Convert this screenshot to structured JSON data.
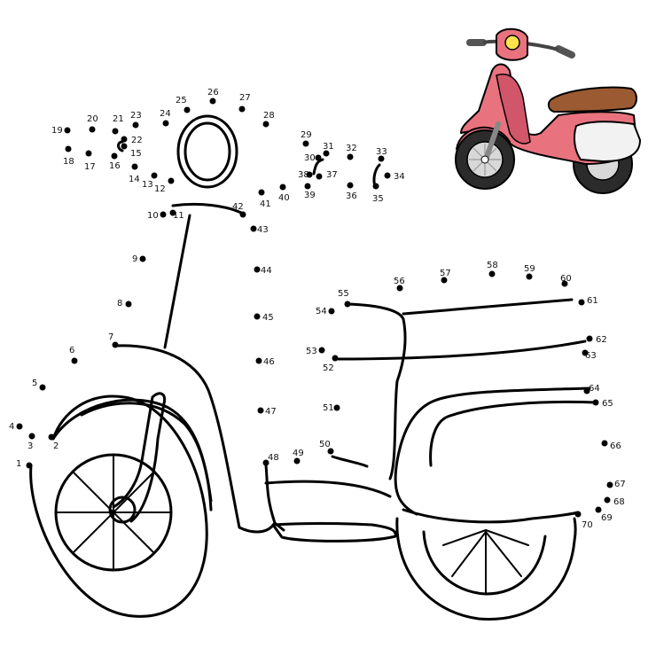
{
  "puzzle": {
    "dots": [
      {
        "n": "1"
      },
      {
        "n": "2"
      },
      {
        "n": "3"
      },
      {
        "n": "4"
      },
      {
        "n": "5"
      },
      {
        "n": "6"
      },
      {
        "n": "7"
      },
      {
        "n": "8"
      },
      {
        "n": "9"
      },
      {
        "n": "10"
      },
      {
        "n": "11"
      },
      {
        "n": "12"
      },
      {
        "n": "13"
      },
      {
        "n": "14"
      },
      {
        "n": "15"
      },
      {
        "n": "16"
      },
      {
        "n": "17"
      },
      {
        "n": "18"
      },
      {
        "n": "19"
      },
      {
        "n": "20"
      },
      {
        "n": "21"
      },
      {
        "n": "22"
      },
      {
        "n": "23"
      },
      {
        "n": "24"
      },
      {
        "n": "25"
      },
      {
        "n": "26"
      },
      {
        "n": "27"
      },
      {
        "n": "28"
      },
      {
        "n": "29"
      },
      {
        "n": "30"
      },
      {
        "n": "31"
      },
      {
        "n": "32"
      },
      {
        "n": "33"
      },
      {
        "n": "34"
      },
      {
        "n": "35"
      },
      {
        "n": "36"
      },
      {
        "n": "37"
      },
      {
        "n": "38"
      },
      {
        "n": "39"
      },
      {
        "n": "40"
      },
      {
        "n": "41"
      },
      {
        "n": "42"
      },
      {
        "n": "43"
      },
      {
        "n": "44"
      },
      {
        "n": "45"
      },
      {
        "n": "46"
      },
      {
        "n": "47"
      },
      {
        "n": "48"
      },
      {
        "n": "49"
      },
      {
        "n": "50"
      },
      {
        "n": "51"
      },
      {
        "n": "52"
      },
      {
        "n": "53"
      },
      {
        "n": "54"
      },
      {
        "n": "55"
      },
      {
        "n": "56"
      },
      {
        "n": "57"
      },
      {
        "n": "58"
      },
      {
        "n": "59"
      },
      {
        "n": "60"
      },
      {
        "n": "61"
      },
      {
        "n": "62"
      },
      {
        "n": "63"
      },
      {
        "n": "64"
      },
      {
        "n": "65"
      },
      {
        "n": "66"
      },
      {
        "n": "67"
      },
      {
        "n": "68"
      },
      {
        "n": "69"
      },
      {
        "n": "70"
      }
    ]
  },
  "colors": {
    "ink": "#000000",
    "scooter_body": "#e8737f",
    "scooter_body_shade": "#d2566a",
    "seat": "#9c5a32",
    "tire": "#2b2b2b",
    "rim": "#d8d8d8",
    "headlight": "#ffe34d",
    "side_panel": "#f2f2f2"
  },
  "icons": [
    "scooter-icon"
  ]
}
